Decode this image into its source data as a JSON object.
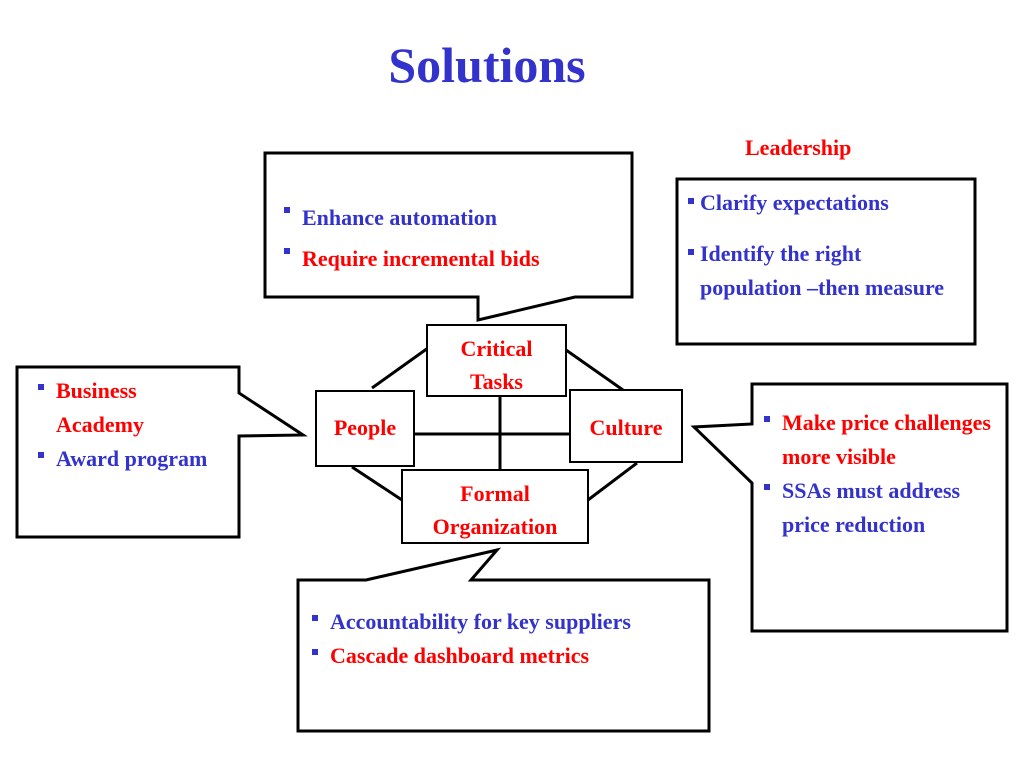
{
  "slide": {
    "title": "Solutions",
    "leadership_label": "Leadership"
  },
  "colors": {
    "title_blue": "#3333cc",
    "emphasis_red": "#ff0000",
    "line_black": "#000000"
  },
  "nodes": {
    "critical_tasks": "Critical\nTasks",
    "people": "People",
    "culture": "Culture",
    "formal_organization": "Formal\nOrganization"
  },
  "callouts": {
    "top": {
      "items": [
        {
          "text": "Enhance automation",
          "color": "blue"
        },
        {
          "text": "Require incremental bids",
          "color": "red"
        }
      ]
    },
    "leadership": {
      "items": [
        {
          "text": "Clarify expectations",
          "color": "blue"
        },
        {
          "text": "Identify the right population –then measure",
          "color": "blue"
        }
      ]
    },
    "left": {
      "items": [
        {
          "text": "Business Academy",
          "color": "red"
        },
        {
          "text": "Award program",
          "color": "blue"
        }
      ]
    },
    "right": {
      "items": [
        {
          "text": "Make price challenges more visible",
          "color": "red"
        },
        {
          "text": "SSAs must address price reduction",
          "color": "blue"
        }
      ]
    },
    "bottom": {
      "items": [
        {
          "text": "Accountability for key suppliers",
          "color": "blue"
        },
        {
          "text": "Cascade dashboard metrics",
          "color": "red"
        }
      ]
    }
  }
}
